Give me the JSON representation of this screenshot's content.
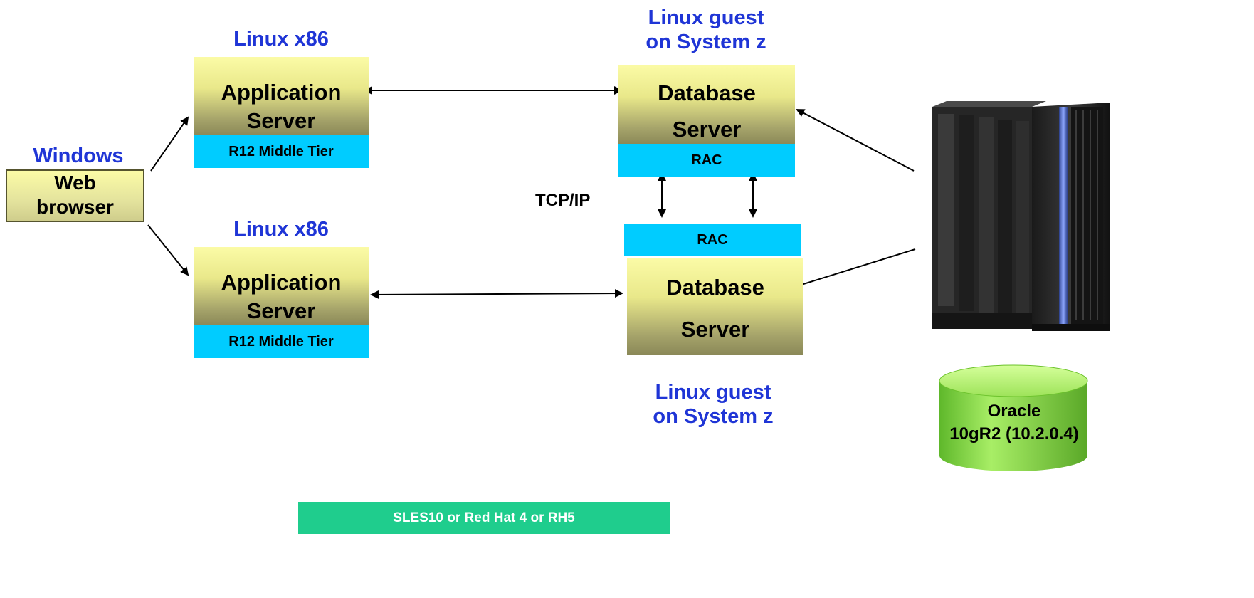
{
  "windows_label": "Windows",
  "browser": {
    "line1": "Web",
    "line2": "browser"
  },
  "app_tier_top": {
    "platform_label": "Linux x86",
    "line1": "Application",
    "line2": "Server",
    "tier_label": "R12  Middle Tier"
  },
  "app_tier_bottom": {
    "platform_label": "Linux x86",
    "line1": "Application",
    "line2": "Server",
    "tier_label": "R12  Middle Tier"
  },
  "db_top": {
    "platform_line1": "Linux guest",
    "platform_line2": "on System z",
    "line1": "Database",
    "line2": "Server",
    "rac_label": "RAC"
  },
  "db_bottom": {
    "platform_line1": "Linux guest",
    "platform_line2": "on System z",
    "line1": "Database",
    "line2": "Server",
    "rac_label": "RAC"
  },
  "network_label": "TCP/IP",
  "database": {
    "line1": "Oracle",
    "line2": "10gR2 (10.2.0.4)"
  },
  "os_label": "SLES10 or Red Hat 4 or RH5",
  "colors": {
    "platform_text": "#1f35d6",
    "rac_fill": "#00ccff",
    "os_bar": "#1fcd8d",
    "cylinder": "#8fe04a"
  }
}
